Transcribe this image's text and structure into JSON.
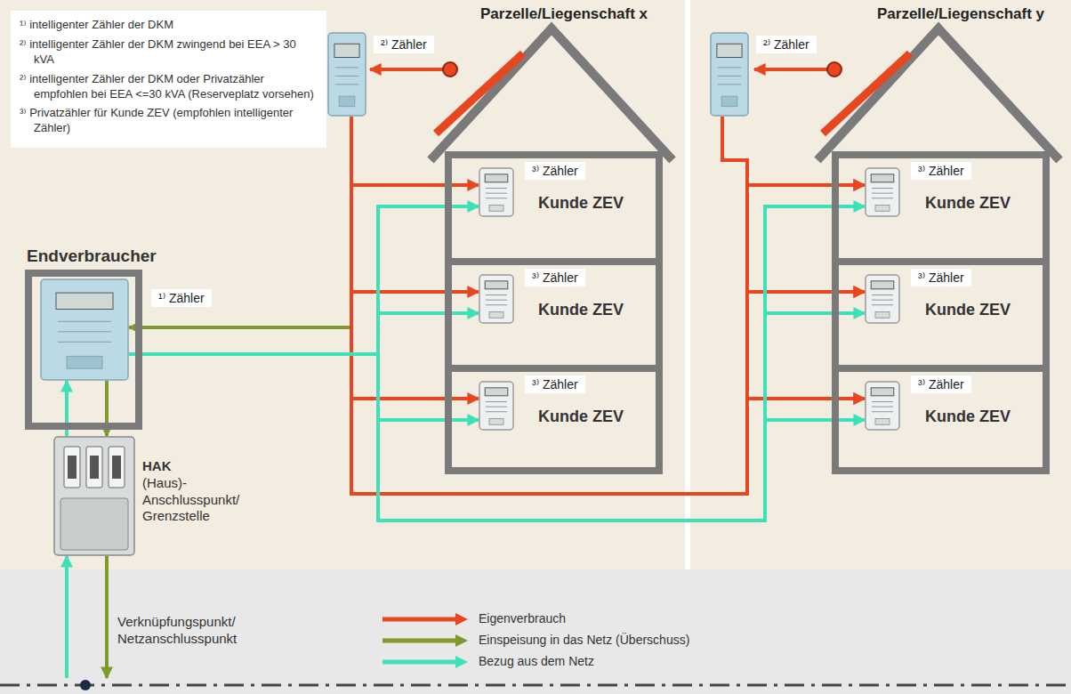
{
  "diagram": {
    "nodes": [
      {
        "text": [
          "Parzelle/Liegenschaft x"
        ]
      },
      {
        "text": [
          "¹⁾ intelligenter Zähler der DKM",
          "²⁾ intelligenter Zähler der DKM zwingend bei EEA > 30 kVA",
          "²⁾ intelligenter Zähler der DKM oder Privatzähler empfohlen bei EEA <=30 kVA (Reserveplatz vorsehen)",
          "³⁾ Privatzähler für Kunde ZEV (empfohlen intelligenter Zähler)"
        ],
        "in": 0
      },
      {
        "text": [
          "²⁾ Zähler"
        ],
        "in": 0
      },
      {
        "text": [
          "Kunde ZEV"
        ],
        "in": 0
      },
      {
        "text": [
          "³⁾ Zähler"
        ],
        "in": 3
      },
      {
        "text": [
          "Kunde ZEV"
        ],
        "in": 0
      },
      {
        "text": [
          "³⁾ Zähler"
        ],
        "in": 5
      },
      {
        "text": [
          "Kunde ZEV"
        ],
        "in": 0
      },
      {
        "text": [
          "³⁾ Zähler"
        ],
        "in": 7
      },
      {
        "text": [
          "Endverbraucher"
        ],
        "in": 0
      },
      {
        "text": [
          "¹⁾ Zähler"
        ],
        "in": 9
      },
      {
        "text": [
          "HAK",
          "(Haus)- Anschlusspunkt/ Grenzstelle"
        ],
        "in": 0
      },
      {
        "text": [
          "Parzelle/Liegenschaft y"
        ]
      },
      {
        "text": [
          "²⁾ Zähler"
        ],
        "in": 12
      },
      {
        "text": [
          "Kunde ZEV"
        ],
        "in": 12
      },
      {
        "text": [
          "³⁾ Zähler"
        ],
        "in": 14
      },
      {
        "text": [
          "Kunde ZEV"
        ],
        "in": 12
      },
      {
        "text": [
          "³⁾ Zähler"
        ],
        "in": 16
      },
      {
        "text": [
          "Kunde ZEV"
        ],
        "in": 12
      },
      {
        "text": [
          "³⁾ Zähler"
        ],
        "in": 18
      },
      {
        "text": [
          "Verknüpfungspunkt/ Netzanschlusspunkt"
        ]
      }
    ],
    "edges": [
      {
        "from": 2,
        "to": 10,
        "arrow": "to"
      },
      {
        "from": 2,
        "to": 4,
        "arrow": "to"
      },
      {
        "from": 2,
        "to": 6,
        "arrow": "to"
      },
      {
        "from": 2,
        "to": 8,
        "arrow": "to"
      },
      {
        "from": 2,
        "to": 15,
        "arrow": "to"
      },
      {
        "from": 2,
        "to": 17,
        "arrow": "to"
      },
      {
        "from": 2,
        "to": 19,
        "arrow": "to"
      },
      {
        "from": 13,
        "to": 15,
        "arrow": "to"
      },
      {
        "from": 13,
        "to": 17,
        "arrow": "to"
      },
      {
        "from": 13,
        "to": 19,
        "arrow": "to"
      },
      {
        "from": 10,
        "to": 4,
        "arrow": "to"
      },
      {
        "from": 10,
        "to": 6,
        "arrow": "to"
      },
      {
        "from": 10,
        "to": 8,
        "arrow": "to"
      },
      {
        "from": 10,
        "to": 15,
        "arrow": "to"
      },
      {
        "from": 10,
        "to": 17,
        "arrow": "to"
      },
      {
        "from": 10,
        "to": 19,
        "arrow": "to"
      },
      {
        "from": 11,
        "to": 10,
        "arrow": "to"
      },
      {
        "from": 10,
        "to": 11,
        "arrow": "to"
      },
      {
        "from": 20,
        "to": 11,
        "arrow": "to"
      },
      {
        "from": 11,
        "to": 20,
        "arrow": "to"
      }
    ],
    "legend": [
      {
        "text": "Eigenverbrauch",
        "color": "#e8461e"
      },
      {
        "text": "Einspeisung in das Netz (Überschuss)",
        "color": "#7d9a2b"
      },
      {
        "text": "Bezug aus dem Netz",
        "color": "#3ee0b8"
      }
    ]
  }
}
